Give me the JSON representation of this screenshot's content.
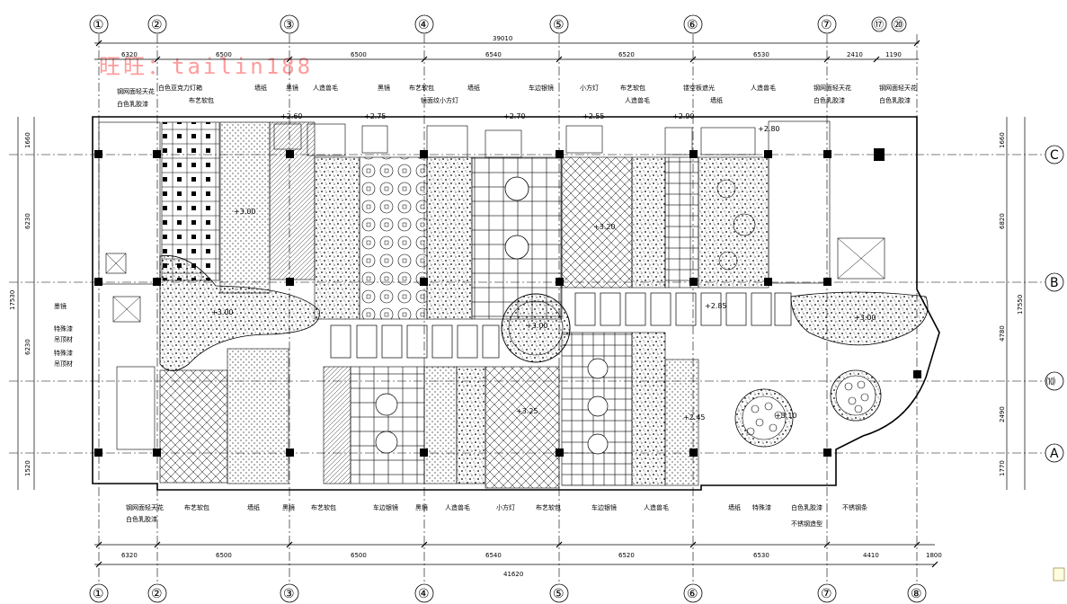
{
  "watermark": "旺旺：tailin188",
  "grid": {
    "top_axes": [
      "①",
      "②",
      "③",
      "④",
      "⑤",
      "⑥",
      "⑦",
      "⑰",
      "⑳"
    ],
    "bottom_axes": [
      "①",
      "②",
      "③",
      "④",
      "⑤",
      "⑥",
      "⑦",
      "⑧"
    ],
    "right_axes": [
      "C",
      "B",
      "⑽",
      "A"
    ],
    "top_total": "39010",
    "top_dims": [
      "6320",
      "6500",
      "6500",
      "6540",
      "6520",
      "6530",
      "2410",
      "1190"
    ],
    "bottom_total": "41620",
    "bottom_dims": [
      "6320",
      "6500",
      "6500",
      "6540",
      "6520",
      "6530",
      "4410",
      "1800"
    ],
    "left_total": "17530",
    "left_dims": [
      "1660",
      "6230",
      "6230",
      "1520"
    ],
    "right_total": "17550",
    "right_dims": [
      "1660",
      "6820",
      "4780",
      "2490",
      "1770"
    ]
  },
  "labels_top": [
    "钢网面轻天花",
    "白色乳胶漆",
    "白色亚克力灯箱",
    "布艺软包",
    "墙纸",
    "黑镜",
    "人造兽毛",
    "黑镜",
    "布艺软包",
    "镜面纹小方灯",
    "墙纸",
    "车边银镜",
    "小方灯",
    "布艺软包",
    "人造兽毛",
    "镂空板遮光",
    "墙纸",
    "人造兽毛",
    "钢网面轻天花",
    "白色乳胶漆",
    "钢网面轻天花",
    "白色乳胶漆"
  ],
  "labels_left": [
    "墨镜",
    "特殊漆",
    "吊顶材",
    "特殊漆",
    "吊顶材"
  ],
  "labels_bottom": [
    "钢网面轻天花",
    "白色乳胶漆",
    "布艺软包",
    "墙纸",
    "黑镜",
    "布艺软包",
    "车边银镜",
    "黑镜",
    "人造兽毛",
    "小方灯",
    "布艺软包",
    "车边银镜",
    "人造兽毛",
    "墙纸",
    "特殊漆",
    "白色乳胶漆",
    "不锈钢条",
    "不锈钢造型"
  ],
  "levels": [
    "+3.00",
    "+2.60",
    "+2.75",
    "+3.00",
    "+2.70",
    "+3.20",
    "+2.55",
    "+2.90",
    "+3.00",
    "+2.80",
    "+3.00",
    "+2.85",
    "+3.25",
    "+3.10",
    "+2.45"
  ]
}
